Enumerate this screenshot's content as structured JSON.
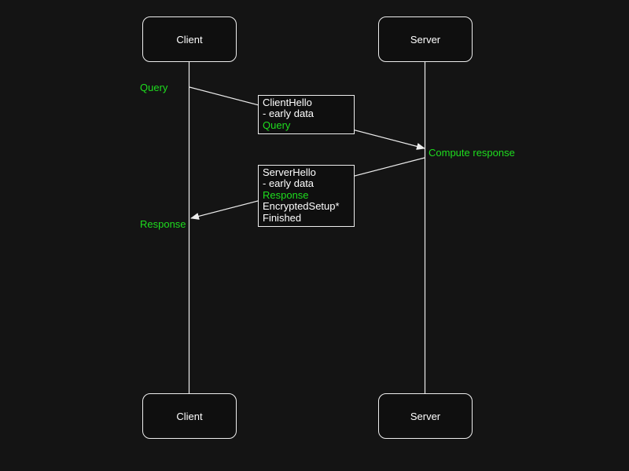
{
  "colors": {
    "background": "#141414",
    "stroke": "#ededed",
    "text": "#ffffff",
    "accent_green": "#1edd1e",
    "box_fill": "#0f0f0f"
  },
  "actors": {
    "client": "Client",
    "server": "Server"
  },
  "labels": {
    "query": "Query",
    "compute_response": "Compute response",
    "response": "Response"
  },
  "messages": {
    "client_hello": {
      "lines": [
        {
          "text": "ClientHello",
          "accent": false
        },
        {
          "text": "- early data",
          "accent": false
        },
        {
          "text": "Query",
          "accent": true
        }
      ]
    },
    "server_hello": {
      "lines": [
        {
          "text": "ServerHello",
          "accent": false
        },
        {
          "text": "- early data",
          "accent": false
        },
        {
          "text": "Response",
          "accent": true
        },
        {
          "text": "EncryptedSetup*",
          "accent": false
        },
        {
          "text": "Finished",
          "accent": false
        }
      ]
    }
  }
}
